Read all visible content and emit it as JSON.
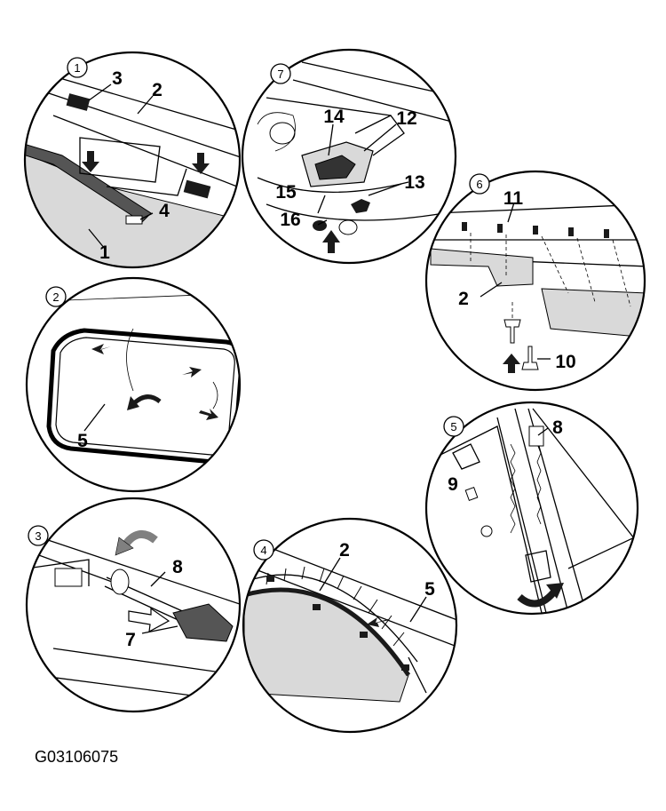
{
  "figure_code": "G03106075",
  "panels": [
    {
      "step": "1",
      "labels": [
        "3",
        "2",
        "4",
        "1"
      ]
    },
    {
      "step": "2",
      "labels": [
        "5"
      ]
    },
    {
      "step": "3",
      "labels": [
        "8",
        "7"
      ]
    },
    {
      "step": "4",
      "labels": [
        "2",
        "5"
      ]
    },
    {
      "step": "5",
      "labels": [
        "8",
        "9"
      ]
    },
    {
      "step": "6",
      "labels": [
        "11",
        "2",
        "10"
      ]
    },
    {
      "step": "7",
      "labels": [
        "14",
        "12",
        "15",
        "13",
        "16"
      ]
    }
  ],
  "colors": {
    "line": "#000000",
    "shade": "#d9d9d9",
    "dark": "#1a1a1a",
    "arrow": "#808080"
  }
}
